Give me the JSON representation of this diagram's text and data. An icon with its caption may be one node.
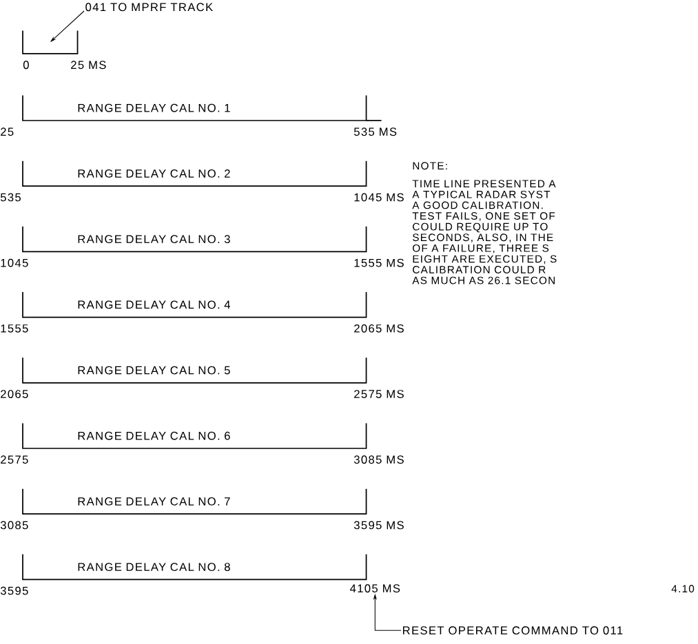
{
  "diagram": {
    "nodes": [
      {
        "text": [
          "041 TO MPRF TRACK"
        ]
      },
      {
        "text": [],
        "shape": "bracket",
        "beside": [
          "0",
          "25 MS"
        ]
      },
      {
        "text": [
          "RANGE DELAY CAL NO. 1"
        ],
        "beside": [
          "25",
          "535 MS"
        ]
      },
      {
        "text": [
          "RANGE DELAY CAL NO. 2"
        ],
        "beside": [
          "535",
          "1045 MS"
        ]
      },
      {
        "text": [
          "RANGE DELAY CAL NO. 3"
        ],
        "beside": [
          "1045",
          "1555 MS"
        ]
      },
      {
        "text": [
          "RANGE DELAY CAL NO. 4"
        ],
        "beside": [
          "1555",
          "2065 MS"
        ]
      },
      {
        "text": [
          "RANGE DELAY CAL NO. 5"
        ],
        "beside": [
          "2065",
          "2575 MS"
        ]
      },
      {
        "text": [
          "RANGE DELAY CAL NO. 6"
        ],
        "beside": [
          "2575",
          "3085 MS"
        ]
      },
      {
        "text": [
          "RANGE DELAY CAL NO. 7"
        ],
        "beside": [
          "3085",
          "3595 MS"
        ]
      },
      {
        "text": [
          "RANGE DELAY CAL NO. 8"
        ],
        "beside": [
          "3595"
        ]
      },
      {
        "text": [
          "4105 MS"
        ]
      },
      {
        "text": [
          "RESET OPERATE COMMAND TO 011"
        ]
      }
    ],
    "edges": [
      {
        "from": 0,
        "to": 1,
        "arrow": "to"
      },
      {
        "from": 11,
        "to": 10,
        "arrow": "to"
      }
    ],
    "labels": [
      "NOTE:",
      "TIME LINE PRESENTED A",
      "A TYPICAL RADAR SYST",
      "A GOOD CALIBRATION.",
      "TEST FAILS, ONE SET OF",
      "COULD REQUIRE UP TO",
      "SECONDS, ALSO, IN THE",
      "OF A FAILURE, THREE S",
      "EIGHT ARE EXECUTED, S",
      "CALIBRATION COULD R",
      "AS MUCH AS 26.1 SECON",
      "4.10"
    ]
  }
}
